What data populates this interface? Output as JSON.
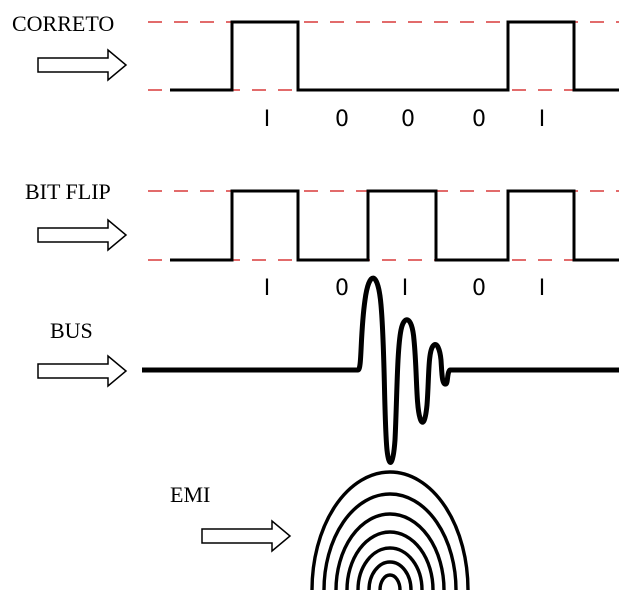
{
  "rows": {
    "correct": {
      "label": "CORRETO",
      "bits": [
        "I",
        "0",
        "0",
        "0",
        "I"
      ]
    },
    "flip": {
      "label": "BIT FLIP",
      "bits": [
        "I",
        "0",
        "I",
        "0",
        "I"
      ]
    },
    "bus": {
      "label": "BUS"
    },
    "emi": {
      "label": "EMI"
    }
  },
  "colors": {
    "reference_line": "#d93a3a",
    "signal": "#000000"
  }
}
